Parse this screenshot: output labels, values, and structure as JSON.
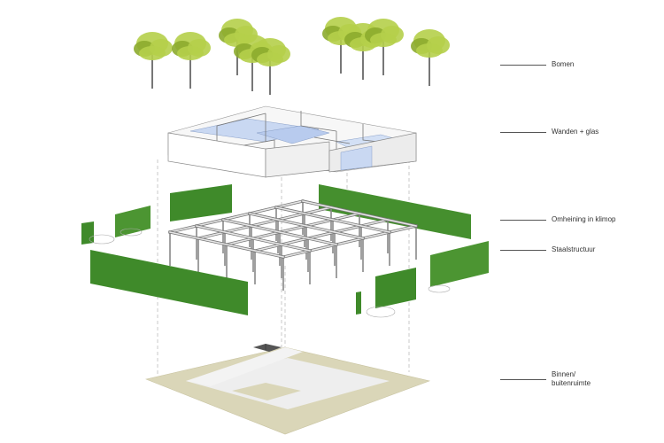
{
  "labels": {
    "trees": "Bomen",
    "walls_glass": "Wanden + glas",
    "ivy_fence": "Omheining in klimop",
    "steel_structure": "Staalstructuur",
    "inside_outside_1": "Binnen/",
    "inside_outside_2": "buitenruimte"
  },
  "colors": {
    "foliage": "#b5cf4a",
    "foliage_dark": "#8cab2e",
    "trunk": "#777777",
    "ivy": "#3f8a2a",
    "ivy_light": "#6fb545",
    "glass": "#c9d8f2",
    "steel": "#d0d0d0",
    "gravel": "#dad6b8",
    "paving": "#eeeeee",
    "guide_line": "#bbbbbb",
    "leader_line": "#555555"
  },
  "icons": {
    "tree": "tree-icon"
  }
}
